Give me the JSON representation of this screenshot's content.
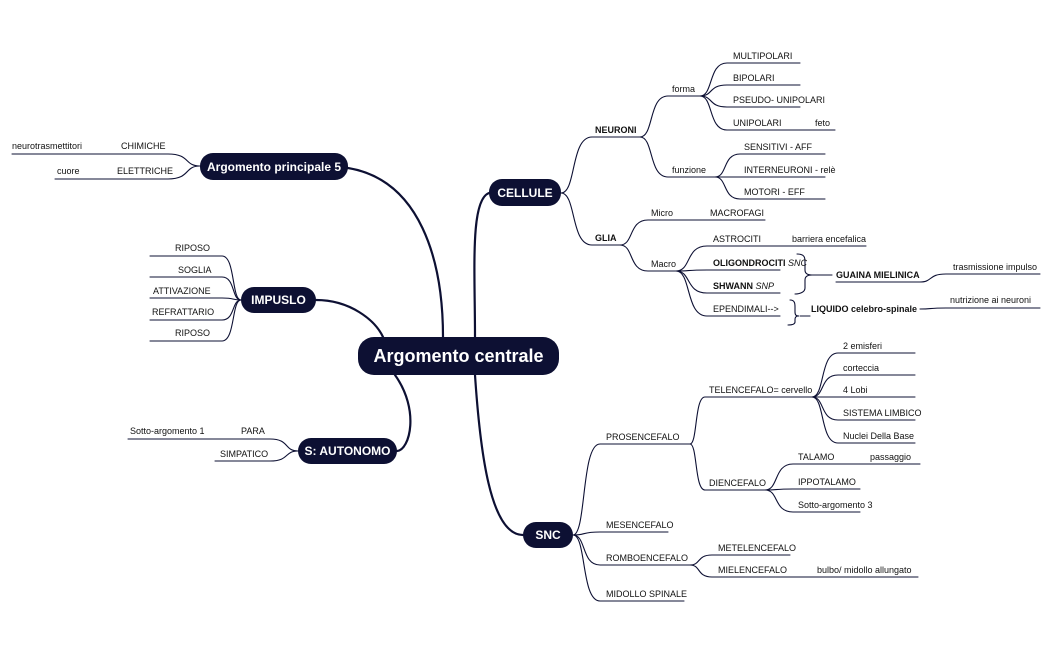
{
  "colors": {
    "node_fill": "#0d1033",
    "node_text": "#ffffff",
    "line": "#0d1033",
    "label_text": "#111111"
  },
  "central": "Argomento centrale",
  "main_topics": {
    "arg5": "Argomento principale 5",
    "impulso": "IMPUSLO",
    "autonomo": "S: AUTONOMO",
    "cellule": "CELLULE",
    "snc": "SNC"
  },
  "arg5": {
    "chimiche": "CHIMICHE",
    "neurotrasmettitori": "neurotrasmettitori",
    "elettriche": "ELETTRICHE",
    "cuore": "cuore"
  },
  "impulso": {
    "riposo1": "RIPOSO",
    "soglia": "SOGLIA",
    "attivazione": "ATTIVAZIONE",
    "refrattario": "REFRATTARIO",
    "riposo2": "RIPOSO"
  },
  "autonomo": {
    "para": "PARA",
    "sotto1": "Sotto-argomento 1",
    "simpatico": "SIMPATICO"
  },
  "cellule": {
    "neuroni": "NEURONI",
    "forma": "forma",
    "multipolari": "MULTIPOLARI",
    "bipolari": "BIPOLARI",
    "pseudo": "PSEUDO- UNIPOLARI",
    "unipolari": "UNIPOLARI",
    "feto": "feto",
    "funzione": "funzione",
    "sensitivi": "SENSITIVI - AFF",
    "interneuroni": "INTERNEURONI - relè",
    "motori": "MOTORI - EFF",
    "glia": "GLIA",
    "micro": "Micro",
    "macrofagi": "MACROFAGI",
    "macro": "Macro",
    "astrociti": "ASTROCITI",
    "barriera": "barriera encefalica",
    "oligo": "OLIGONDROCITI",
    "oligo_snc": "SNC",
    "shwann": "SHWANN",
    "shwann_snp": "SNP",
    "ependimali": "EPENDIMALI-->",
    "guaina": "GUAINA MIELINICA",
    "trasmissione": "trasmissione impulso",
    "liquido": "LIQUIDO celebro-spinale",
    "nutrizione": "nutrizione  ai neuroni"
  },
  "snc": {
    "prosencefalo": "PROSENCEFALO",
    "telencefalo": "TELENCEFALO=  cervello",
    "emisferi": "2 emisferi",
    "corteccia": "corteccia",
    "lobi": "4 Lobi",
    "limbico": "SISTEMA LIMBICO",
    "nuclei": "Nuclei Della Base",
    "diencefalo": "DIENCEFALO",
    "talamo": "TALAMO",
    "passaggio": "passaggio",
    "ippotalamo": "IPPOTALAMO",
    "sotto3": "Sotto-argomento 3",
    "mesencefalo": "MESENCEFALO",
    "romboencefalo": "ROMBOENCEFALO",
    "metelencefalo": "METELENCEFALO",
    "mielencefalo": "MIELENCEFALO",
    "bulbo": "bulbo/ midollo allungato",
    "midollo": "MIDOLLO SPINALE"
  }
}
